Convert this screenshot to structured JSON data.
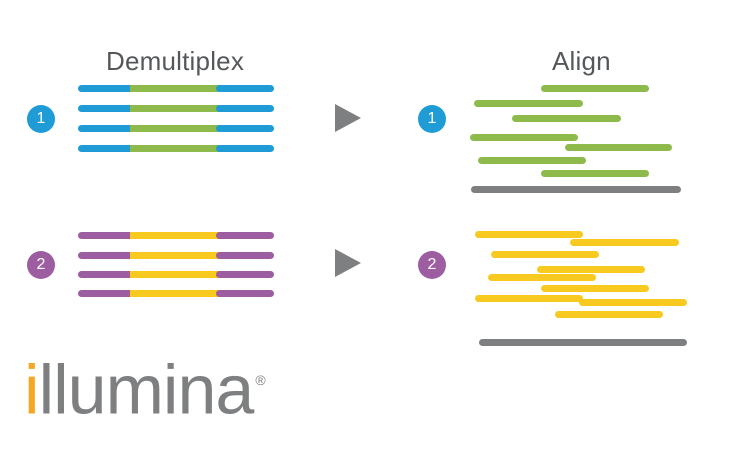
{
  "headings": {
    "demultiplex": "Demultiplex",
    "align": "Align"
  },
  "badges": {
    "one": "1",
    "two": "2"
  },
  "colors": {
    "index_blue": "#1f9cd6",
    "index_purple": "#9c5ea1",
    "insert_green": "#8dba4b",
    "insert_yellow": "#f8c91e",
    "reference_gray": "#7d7f81",
    "badge_blue": "#1f9cd6",
    "badge_purple": "#9c5ea1",
    "logo_orange": "#f5a623",
    "logo_gray": "#7d7f81"
  },
  "logo": {
    "first_letter": "i",
    "rest": "llumina",
    "registered": "®"
  }
}
